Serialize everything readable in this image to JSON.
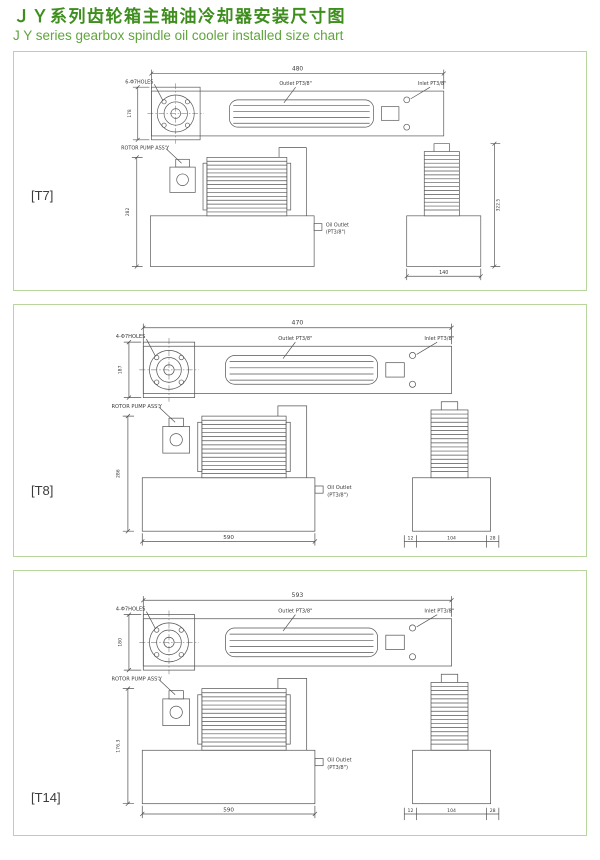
{
  "header": {
    "title_zh": "ＪＹ系列齿轮箱主轴油冷却器安装尺寸图",
    "title_en": "J Y series gearbox spindle oil cooler installed size chart"
  },
  "colors": {
    "title": "#3e8e1e",
    "subtitle": "#5fa53c",
    "border": "#b9d59e",
    "line": "#555555"
  },
  "panels": [
    {
      "label": "[T7]",
      "holes_note": "6-Φ7HOLES",
      "outlet_label": "Outlet PT3/8\"",
      "inlet_label": "Inlet PT3/8\"",
      "top_width_dim": "480",
      "top_side_dim": "178",
      "pump_label": "ROTOR PUMP ASS'Y",
      "left_height_dim": "282",
      "oil_outlet_label_1": "Oil Outlet",
      "oil_outlet_label_2": "(PT3/8\")",
      "front_bottom_dim": "",
      "right_height_dim": "322.5",
      "side_bottom_dim": "140",
      "side_bottom_parts": []
    },
    {
      "label": "[T8]",
      "holes_note": "4-Φ7HOLES",
      "outlet_label": "Outlet PT3/8\"",
      "inlet_label": "Inlet PT3/8\"",
      "top_width_dim": "470",
      "top_side_dim": "187",
      "pump_label": "ROTOR PUMP ASS'Y",
      "left_height_dim": "286",
      "oil_outlet_label_1": "Oil Outlet",
      "oil_outlet_label_2": "(PT3/8\")",
      "front_bottom_dim": "590",
      "right_height_dim": "",
      "side_bottom_dim": "",
      "side_bottom_parts": [
        "12",
        "104",
        "28"
      ]
    },
    {
      "label": "[T14]",
      "holes_note": "4-Φ7HOLES",
      "outlet_label": "Outlet PT3/8\"",
      "inlet_label": "Inlet PT3/8\"",
      "top_width_dim": "593",
      "top_side_dim": "180",
      "pump_label": "ROTOR PUMP ASS'Y",
      "left_height_dim": "176.3",
      "oil_outlet_label_1": "Oil Outlet",
      "oil_outlet_label_2": "(PT3/8\")",
      "front_bottom_dim": "590",
      "right_height_dim": "",
      "side_bottom_dim": "",
      "side_bottom_parts": [
        "12",
        "104",
        "28"
      ]
    }
  ]
}
